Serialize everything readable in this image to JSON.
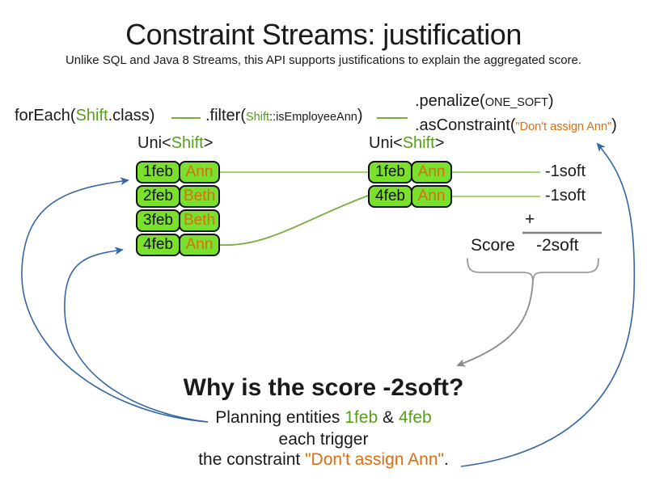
{
  "title": "Constraint Streams: justification",
  "subtitle": "Unlike SQL and Java 8 Streams, this API supports justifications to explain the aggregated score.",
  "code": {
    "foreach_prefix": "forEach(",
    "foreach_class": "Shift",
    "foreach_suffix": ".class)",
    "filter_prefix": ".filter(",
    "filter_class": "Shift",
    "filter_method": "::isEmployeeAnn",
    "filter_suffix": ")",
    "penalize_prefix": ".penalize(",
    "penalize_arg": "ONE_SOFT",
    "penalize_suffix": ")",
    "asconstraint_prefix": ".asConstraint(",
    "asconstraint_arg": "\"Don't assign Ann\"",
    "asconstraint_suffix": ")"
  },
  "left_stream": {
    "label_prefix": "Uni<",
    "label_type": "Shift",
    "label_suffix": ">",
    "rows": [
      {
        "date": "1feb",
        "name": "Ann"
      },
      {
        "date": "2feb",
        "name": "Beth"
      },
      {
        "date": "3feb",
        "name": "Beth"
      },
      {
        "date": "4feb",
        "name": "Ann"
      }
    ]
  },
  "right_stream": {
    "label_prefix": "Uni<",
    "label_type": "Shift",
    "label_suffix": ">",
    "rows": [
      {
        "date": "1feb",
        "name": "Ann"
      },
      {
        "date": "4feb",
        "name": "Ann"
      }
    ],
    "penalties": [
      "-1soft",
      "-1soft"
    ]
  },
  "sum": {
    "plus": "+",
    "score_label": "Score",
    "total": "-2soft"
  },
  "explanation": {
    "heading": "Why is the score -2soft?",
    "line1_prefix": "Planning entities ",
    "line1_entity1": "1feb",
    "line1_amp": " & ",
    "line1_entity2": "4feb",
    "line2": "each trigger",
    "line3_prefix": "the constraint ",
    "line3_constraint": "\"Don't assign Ann\"",
    "line3_suffix": "."
  },
  "colors": {
    "green_text": "#579D1C",
    "cell_green": "#7ADF2D",
    "orange": "#D96F0E",
    "blue_arrow": "#3465A4",
    "gray": "#808080",
    "link_green_light": "#A8D381",
    "link_green": "#74AE3C"
  }
}
